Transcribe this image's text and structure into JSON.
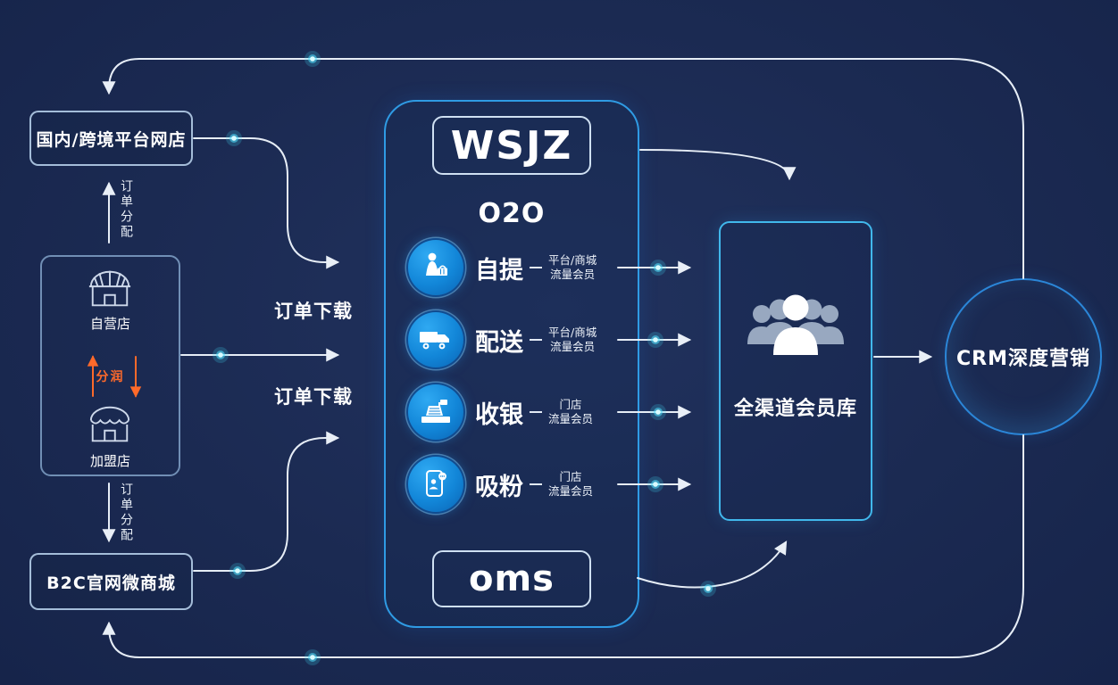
{
  "left": {
    "platform_store": "国内/跨境平台网店",
    "order_allocation_top": "订单分配",
    "order_allocation_bottom": "订单分配",
    "store_group": {
      "self_store": "自营店",
      "profit_share": "分润",
      "franchise_store": "加盟店"
    },
    "b2c_mall": "B2C官网微商城"
  },
  "flow": {
    "order_download_top": "订单下载",
    "order_download_bottom": "订单下载"
  },
  "center": {
    "title": "WSJZ",
    "subtitle": "O2O",
    "footer": "oms",
    "services": [
      {
        "label": "自提",
        "icon": "self-pickup-person-basket-icon",
        "member_line1": "平台/商城",
        "member_line2": "流量会员"
      },
      {
        "label": "配送",
        "icon": "delivery-truck-icon",
        "member_line1": "平台/商城",
        "member_line2": "流量会员"
      },
      {
        "label": "收银",
        "icon": "cash-register-icon",
        "member_line1": "门店",
        "member_line2": "流量会员"
      },
      {
        "label": "吸粉",
        "icon": "phone-attract-fans-icon",
        "member_line1": "门店",
        "member_line2": "流量会员"
      }
    ]
  },
  "right": {
    "member_db": "全渠道会员库",
    "crm": "CRM深度营销"
  },
  "colors": {
    "background": "#1b2a52",
    "line": "#e6edf6",
    "accent_blue": "#2f9be4",
    "accent_cyan": "#45c9f0",
    "orange": "#ff6a2a"
  }
}
